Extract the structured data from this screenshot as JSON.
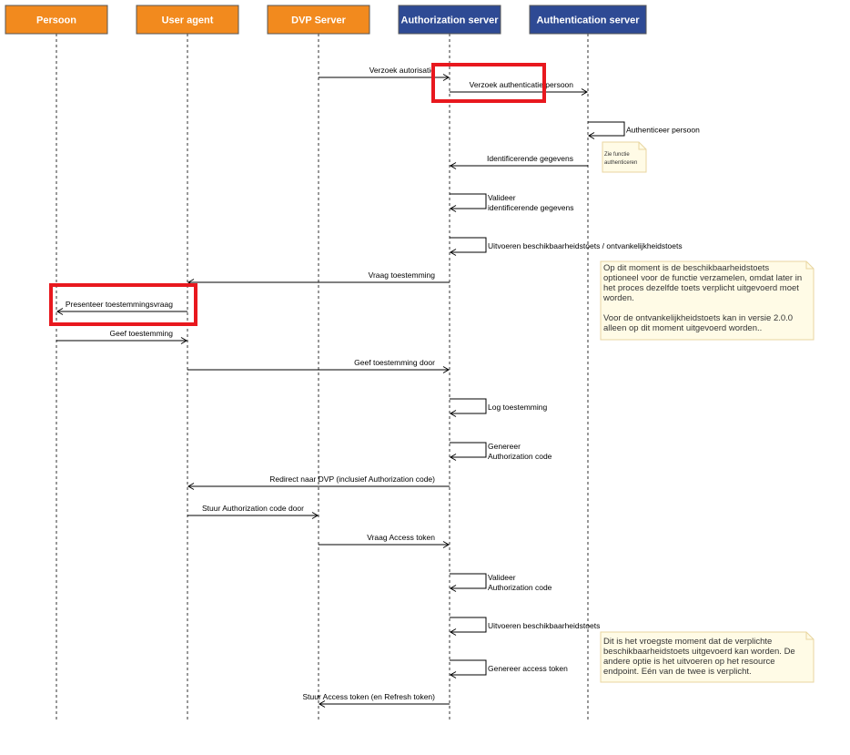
{
  "colors": {
    "actor_orange": "#F28A1E",
    "actor_blue": "#2E4A94",
    "highlight_red": "#E8181E",
    "note_fill": "#FFFBE6",
    "note_border": "#E8D6A0"
  },
  "actors": [
    {
      "label": "Persoon",
      "color": "orange"
    },
    {
      "label": "User agent",
      "color": "orange"
    },
    {
      "label": "DVP Server",
      "color": "orange"
    },
    {
      "label": "Authorization server",
      "color": "blue"
    },
    {
      "label": "Authentication server",
      "color": "blue"
    }
  ],
  "messages": [
    {
      "from": 2,
      "to": 3,
      "lines": [
        "Verzoek autorisatie"
      ]
    },
    {
      "from": 3,
      "to": 4,
      "lines": [
        "Verzoek authenticatie persoon"
      ]
    },
    {
      "from": 4,
      "to": 4,
      "lines": [
        "Authenticeer persoon"
      ]
    },
    {
      "from": 4,
      "to": 3,
      "lines": [
        "Identificerende gegevens"
      ]
    },
    {
      "from": 3,
      "to": 3,
      "lines": [
        "Valideer",
        "identificerende gegevens"
      ]
    },
    {
      "from": 3,
      "to": 3,
      "lines": [
        "Uitvoeren beschikbaarheidstoets / ontvankelijkheidstoets"
      ]
    },
    {
      "from": 3,
      "to": 1,
      "lines": [
        "Vraag toestemming"
      ]
    },
    {
      "from": 1,
      "to": 0,
      "lines": [
        "Presenteer toestemmingsvraag"
      ]
    },
    {
      "from": 0,
      "to": 1,
      "lines": [
        "Geef toestemming"
      ]
    },
    {
      "from": 1,
      "to": 3,
      "lines": [
        "Geef toestemming door"
      ]
    },
    {
      "from": 3,
      "to": 3,
      "lines": [
        "Log toestemming"
      ]
    },
    {
      "from": 3,
      "to": 3,
      "lines": [
        "Genereer",
        "Authorization code"
      ]
    },
    {
      "from": 3,
      "to": 1,
      "lines": [
        "Redirect naar DVP (inclusief Authorization code)"
      ]
    },
    {
      "from": 1,
      "to": 2,
      "lines": [
        "Stuur Authorization code door"
      ]
    },
    {
      "from": 2,
      "to": 3,
      "lines": [
        "Vraag Access token"
      ]
    },
    {
      "from": 3,
      "to": 3,
      "lines": [
        "Valideer",
        "Authorization code"
      ]
    },
    {
      "from": 3,
      "to": 3,
      "lines": [
        "Uitvoeren beschikbaarheidstoets"
      ]
    },
    {
      "from": 3,
      "to": 3,
      "lines": [
        "Genereer access token"
      ]
    },
    {
      "from": 3,
      "to": 2,
      "lines": [
        "Stuur Access token (en Refresh token)"
      ]
    }
  ],
  "notes": [
    {
      "lines": [
        "Zie functie",
        "authenticeren"
      ]
    },
    {
      "lines": [
        "Op dit moment is de beschikbaarheidstoets",
        "optioneel voor de functie verzamelen, omdat later in",
        "het proces dezelfde toets verplicht uitgevoerd moet",
        "worden.",
        "",
        "Voor de ontvankelijkheidstoets kan in versie 2.0.0",
        "alleen op dit moment uitgevoerd worden.."
      ]
    },
    {
      "lines": [
        "Dit is het vroegste moment dat de verplichte",
        "beschikbaarheidstoets uitgevoerd kan worden. De",
        "andere optie is het uitvoeren op het resource",
        "endpoint. Eén van de twee is verplicht."
      ]
    }
  ]
}
